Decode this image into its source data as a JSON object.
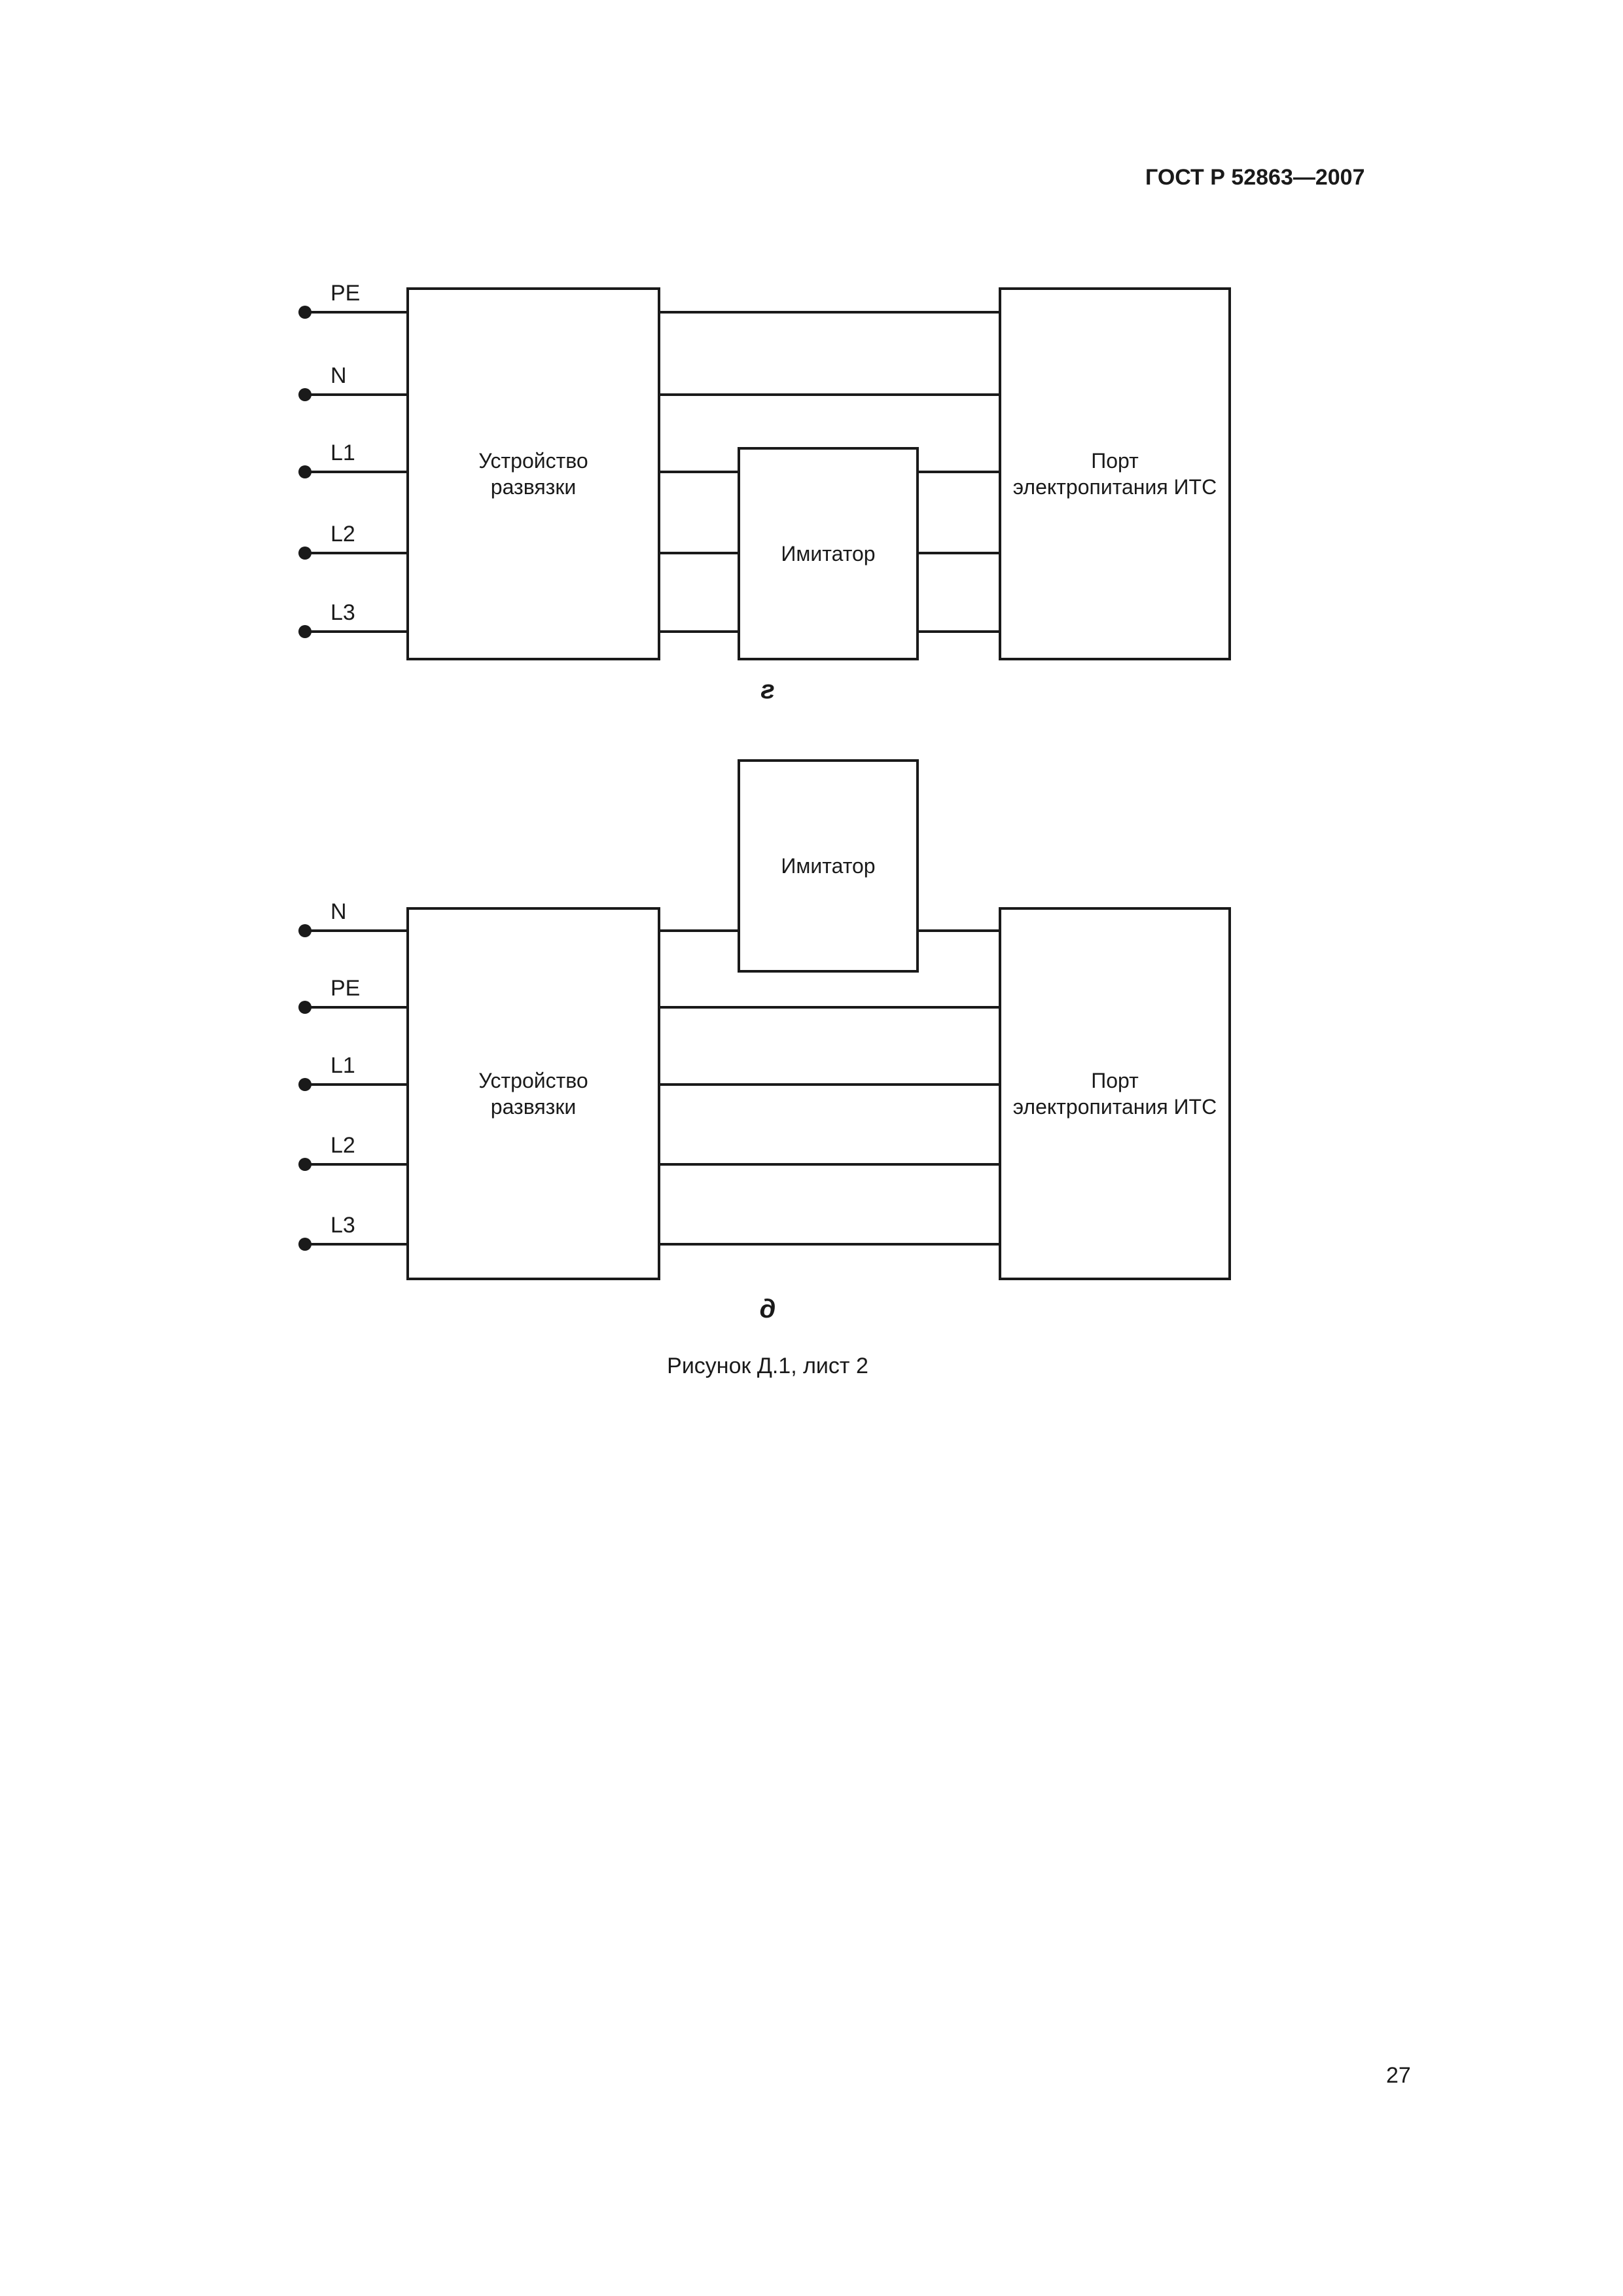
{
  "header": {
    "title": "ГОСТ Р 52863—2007"
  },
  "footer": {
    "page_number": "27"
  },
  "figure": {
    "caption": "Рисунок Д.1, лист 2"
  },
  "diagram_g": {
    "label": "г",
    "terminals": [
      "PE",
      "N",
      "L1",
      "L2",
      "L3"
    ],
    "decoupler": [
      "Устройство",
      "развязки"
    ],
    "simulator": [
      "Имитатор"
    ],
    "port": [
      "Порт",
      "электропитания ИТС"
    ]
  },
  "diagram_d": {
    "label": "д",
    "terminals": [
      "N",
      "PE",
      "L1",
      "L2",
      "L3"
    ],
    "decoupler": [
      "Устройство",
      "развязки"
    ],
    "simulator": [
      "Имитатор"
    ],
    "port": [
      "Порт",
      "электропитания ИТС"
    ]
  }
}
